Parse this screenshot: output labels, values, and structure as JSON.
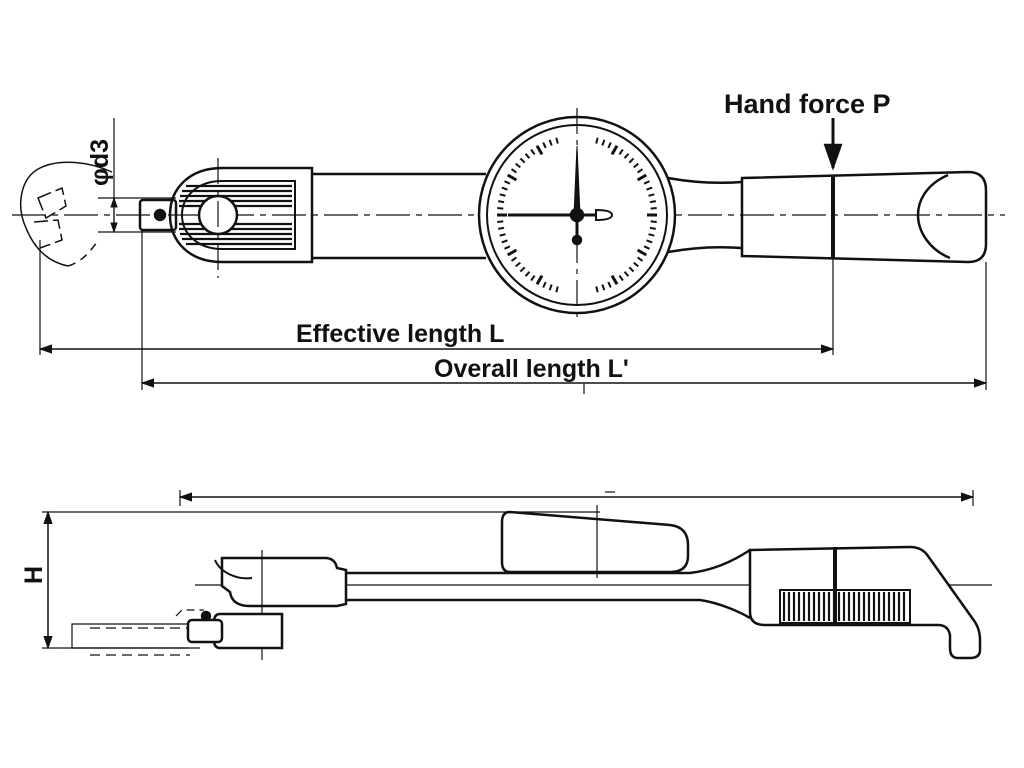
{
  "labels": {
    "hand_force": "Hand force P",
    "effective_length": "Effective length L",
    "overall_length": "Overall length L'",
    "diameter": "φd3",
    "height": "H"
  },
  "colors": {
    "ink": "#111111",
    "background": "#ffffff"
  }
}
